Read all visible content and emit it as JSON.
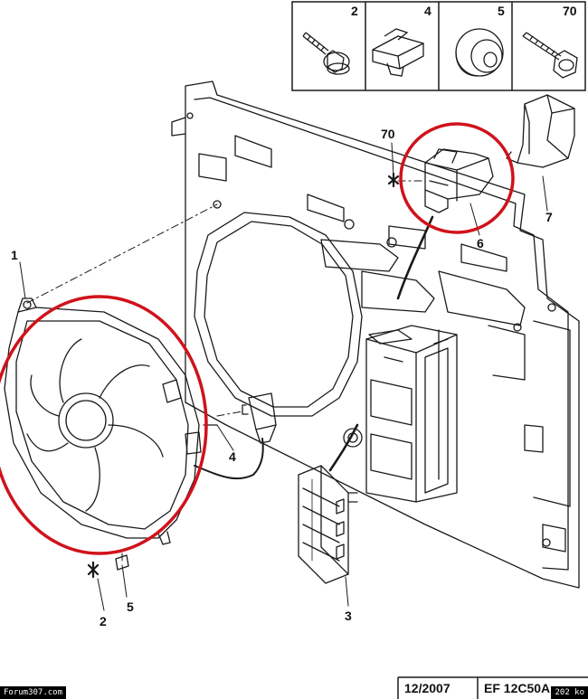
{
  "legend": {
    "items": [
      {
        "number": "2",
        "icon": "bolt-with-washer-icon"
      },
      {
        "number": "4",
        "icon": "cable-clip-icon"
      },
      {
        "number": "5",
        "icon": "rubber-grommet-icon"
      },
      {
        "number": "70",
        "icon": "self-tapping-screw-icon"
      }
    ]
  },
  "callouts": {
    "fan_assembly": "1",
    "bolt_left": "2",
    "resistor_module": "3",
    "cable_clip": "4",
    "grommet": "5",
    "connector": "6",
    "bracket": "7",
    "screw_top": "70"
  },
  "footer": {
    "date": "12/2007",
    "code": "EF 12C50A"
  },
  "watermarks": {
    "left": "Forum307.com",
    "right": "202 ko"
  },
  "colors": {
    "highlight_circle": "#d0121b",
    "line_art": "#1a1a1a"
  }
}
